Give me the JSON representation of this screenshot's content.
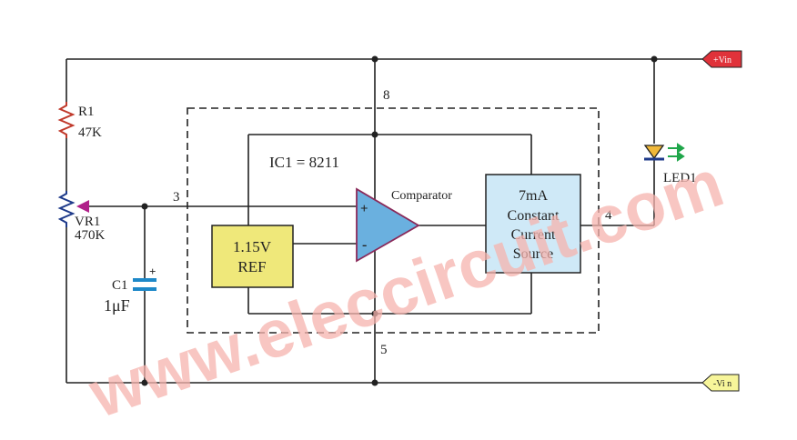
{
  "labels": {
    "r1_name": "R1",
    "r1_value": "47K",
    "vr1_name": "VR1",
    "vr1_value": "470K",
    "c1_name": "C1",
    "c1_value": "1μF",
    "pin3": "3",
    "pin4": "4",
    "pin5": "5",
    "pin8": "8",
    "ic_name": "IC1 = 8211",
    "comparator": "Comparator",
    "ref_line1": "1.15V",
    "ref_line2": "REF",
    "source_line1": "7mA",
    "source_line2": "Constant",
    "source_line3": "Current",
    "source_line4": "Source",
    "led_name": "LED1",
    "vin_plus": "+Vin",
    "vin_minus": "-Vi n",
    "plus_sign": "+",
    "minus_sign": "-",
    "cap_plus": "+"
  },
  "watermark": "www.eleccircuit.com",
  "colors": {
    "wire": "#222222",
    "resistor": "#c0392b",
    "pot": "#1e3a8a",
    "wiper": "#b0208a",
    "capacitor": "#1e88c8",
    "ref_fill": "#efe87a",
    "source_fill": "#cfe9f7",
    "comparator_fill": "#6ab0df",
    "led_fill": "#f0b83a",
    "led_arrow": "#1fa64a",
    "vin_plus_fill": "#e0323a",
    "vin_minus_fill": "#f7f59a",
    "watermark": "#f6b4ae"
  }
}
